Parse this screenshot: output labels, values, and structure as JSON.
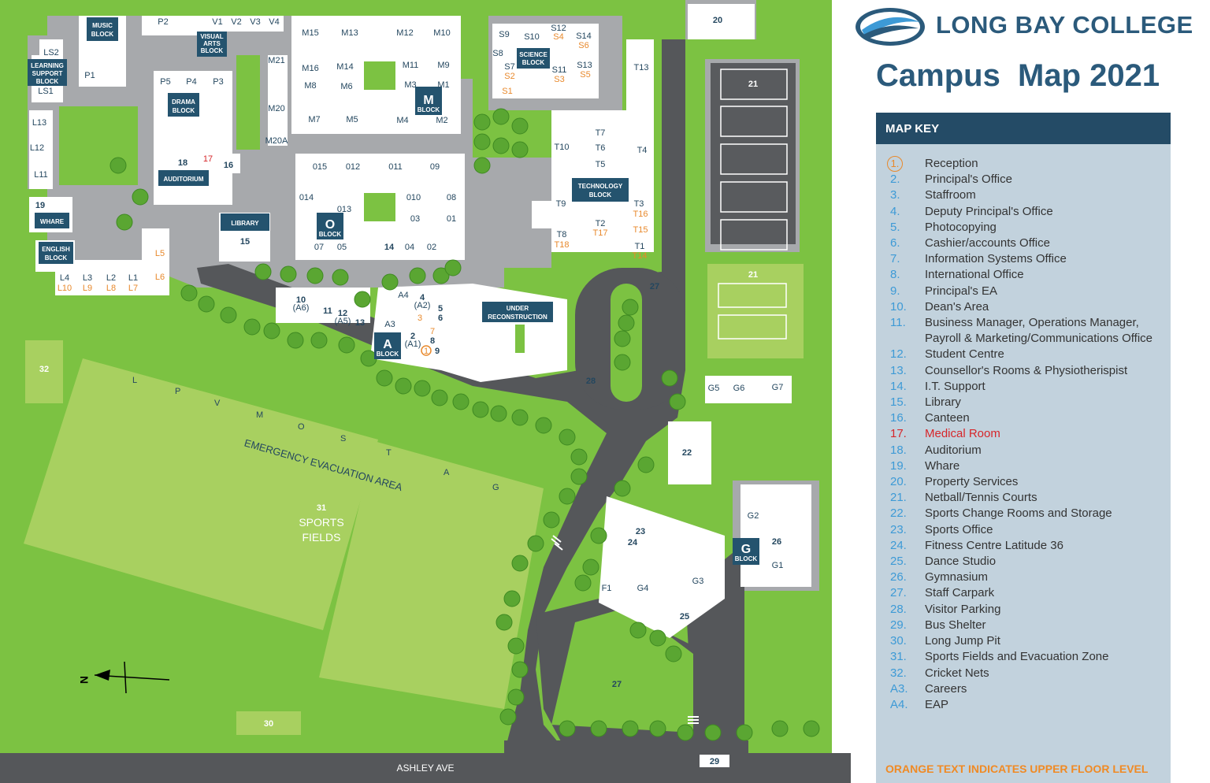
{
  "header": {
    "college": "LONG BAY COLLEGE",
    "title": "Campus  Map 2021"
  },
  "key": {
    "heading": "MAP KEY",
    "items": [
      {
        "n": "1.",
        "t": "Reception"
      },
      {
        "n": "2.",
        "t": "Principal's Office"
      },
      {
        "n": "3.",
        "t": "Staffroom"
      },
      {
        "n": "4.",
        "t": "Deputy Principal's Office"
      },
      {
        "n": "5.",
        "t": "Photocopying"
      },
      {
        "n": "6.",
        "t": "Cashier/accounts Office"
      },
      {
        "n": "7.",
        "t": "Information Systems Office"
      },
      {
        "n": "8.",
        "t": "International Office"
      },
      {
        "n": "9.",
        "t": "Principal's EA"
      },
      {
        "n": "10.",
        "t": "Dean's Area"
      },
      {
        "n": "11.",
        "t": "Business Manager, Operations Manager,"
      },
      {
        "n": "",
        "t": "Payroll & Marketing/Communications Office"
      },
      {
        "n": "12.",
        "t": "Student Centre"
      },
      {
        "n": "13.",
        "t": "Counsellor's Rooms & Physiotherispist"
      },
      {
        "n": "14.",
        "t": "I.T. Support"
      },
      {
        "n": "15.",
        "t": "Library"
      },
      {
        "n": "16.",
        "t": "Canteen"
      },
      {
        "n": "17.",
        "t": "Medical Room"
      },
      {
        "n": "18.",
        "t": "Auditorium"
      },
      {
        "n": "19.",
        "t": "Whare"
      },
      {
        "n": "20.",
        "t": "Property Services"
      },
      {
        "n": "21.",
        "t": "Netball/Tennis Courts"
      },
      {
        "n": "22.",
        "t": "Sports Change Rooms and Storage"
      },
      {
        "n": "23.",
        "t": "Sports Office"
      },
      {
        "n": "24.",
        "t": "Fitness Centre Latitude 36"
      },
      {
        "n": "25.",
        "t": "Dance Studio"
      },
      {
        "n": "26.",
        "t": "Gymnasium"
      },
      {
        "n": "27.",
        "t": "Staff Carpark"
      },
      {
        "n": "28.",
        "t": "Visitor Parking"
      },
      {
        "n": "29.",
        "t": "Bus Shelter"
      },
      {
        "n": "30.",
        "t": "Long Jump Pit"
      },
      {
        "n": "31.",
        "t": "Sports Fields and Evacuation Zone"
      },
      {
        "n": "32.",
        "t": "Cricket Nets"
      },
      {
        "n": "",
        "t": ""
      },
      {
        "n": "A3.",
        "t": "Careers"
      },
      {
        "n": "A4.",
        "t": "EAP"
      }
    ],
    "footer": "ORANGE TEXT INDICATES UPPER FLOOR LEVEL"
  },
  "map": {
    "road": "ASHLEY AVE",
    "evac": "EMERGENCY EVACUATION AREA",
    "sports": [
      "31",
      "SPORTS",
      "FIELDS"
    ],
    "blocks": {
      "music": [
        "MUSIC",
        "BLOCK"
      ],
      "visual": [
        "VISUAL",
        "ARTS",
        "BLOCK"
      ],
      "learning": [
        "LEARNING",
        "SUPPORT",
        "BLOCK"
      ],
      "drama": [
        "DRAMA",
        "BLOCK"
      ],
      "auditorium": "AUDITORIUM",
      "whare": "WHARE",
      "english": [
        "ENGLISH",
        "BLOCK"
      ],
      "library": "LIBRARY",
      "science": [
        "SCIENCE",
        "BLOCK"
      ],
      "technology": [
        "TECHNOLOGY",
        "BLOCK"
      ],
      "under": [
        "UNDER",
        "RECONSTRUCTION"
      ],
      "m": "M",
      "o": "O",
      "a": "A",
      "g": "G",
      "block": "BLOCK"
    },
    "compass": "N",
    "field_letters": [
      "L",
      "P",
      "V",
      "M",
      "O",
      "S",
      "T",
      "A",
      "G"
    ]
  },
  "colors": {
    "grass": "#7cc242",
    "lightgrass": "#a8d060",
    "road": "#55575a",
    "paving": "#a7a9ac",
    "building": "#ffffff",
    "blockbox": "#24536e",
    "accent": "#2b5a7b",
    "orange": "#e8892c",
    "red": "#d6262a"
  }
}
